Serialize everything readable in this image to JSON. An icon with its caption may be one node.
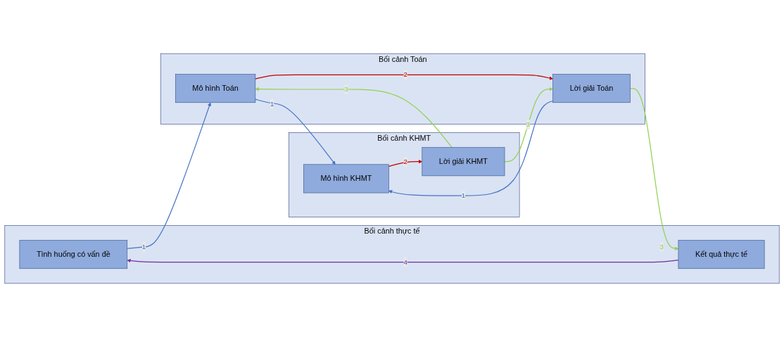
{
  "diagram": {
    "nodes": [
      {
        "text": [
          "Bối cảnh thực tế"
        ]
      },
      {
        "text": [
          "Tình huống có vấn đề"
        ],
        "in": 0
      },
      {
        "text": [
          "Kết quả thực tế"
        ],
        "in": 0
      },
      {
        "text": [
          "Bối cảnh Toán"
        ]
      },
      {
        "text": [
          "Mô hình Toán"
        ],
        "in": 3
      },
      {
        "text": [
          "Lời giải Toán"
        ],
        "in": 3
      },
      {
        "text": [
          "Bối cảnh KHMT"
        ]
      },
      {
        "text": [
          "Mô hình KHMT"
        ],
        "in": 6
      },
      {
        "text": [
          "Lời giải KHMT"
        ],
        "in": 6
      }
    ],
    "edges": [
      {
        "from": 1,
        "to": 4,
        "arrow": "to",
        "label": "1",
        "color": "#4472c4"
      },
      {
        "from": 4,
        "to": 7,
        "arrow": "to",
        "label": "1",
        "color": "#4472c4"
      },
      {
        "from": 5,
        "to": 7,
        "arrow": "to",
        "label": "1",
        "color": "#4472c4"
      },
      {
        "from": 4,
        "to": 5,
        "arrow": "to",
        "label": "2",
        "color": "#c00000"
      },
      {
        "from": 7,
        "to": 8,
        "arrow": "to",
        "label": "2",
        "color": "#c00000"
      },
      {
        "from": 8,
        "to": 4,
        "arrow": "to",
        "label": "3",
        "color": "#92d050"
      },
      {
        "from": 8,
        "to": 5,
        "arrow": "to",
        "label": "3",
        "color": "#92d050"
      },
      {
        "from": 5,
        "to": 2,
        "arrow": "to",
        "label": "3",
        "color": "#92d050"
      },
      {
        "from": 2,
        "to": 1,
        "arrow": "to",
        "label": "4",
        "color": "#7030a0"
      }
    ]
  }
}
